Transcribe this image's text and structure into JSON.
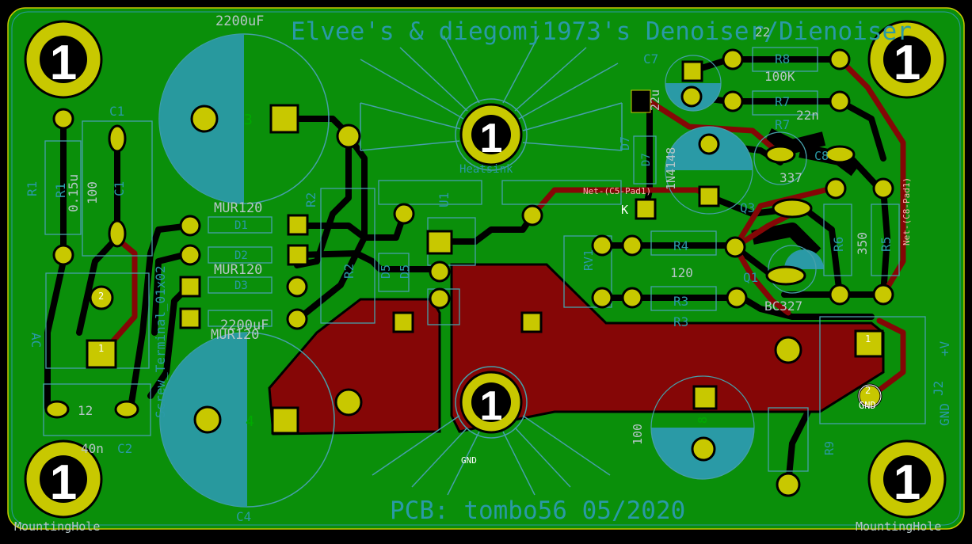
{
  "board": {
    "title": "Elvee's & diegomj1973's Denoiser/Dienoiser",
    "credit": "PCB: tombo56 05/2020",
    "colors": {
      "background": "#000000",
      "copper_fill": "#0a8f0a",
      "copper_trace": "#000000",
      "top_copper": "#850606",
      "pad": "#c8c800",
      "silkscreen": "#46a0aa",
      "fab_outline": "#2a9aa6",
      "board_edge": "#c8c800"
    }
  },
  "mounting_holes": {
    "label": "1",
    "footprint": "MountingHole"
  },
  "heatsink": {
    "label": "Heatsink",
    "pad_label": "1",
    "gnd": "GND"
  },
  "nets": {
    "c5": "Net-(C5-Pad1)",
    "c8": "Net-(C8-Pad1)",
    "gnd": "GND"
  },
  "components": {
    "c3_value": "2200uF",
    "c3_pin": "3",
    "c4_value": "2200uF",
    "c4_pin": "4",
    "c4_ref": "C4",
    "c1_ref": "C1",
    "c1_ref2": "C1",
    "c1_value": "100",
    "c2_value": "40n",
    "c2_ref": "C2",
    "c2_pin": "12",
    "r1_ref": "R1",
    "r1_ref2": "R1",
    "r1_value": "0.15u",
    "d1": "D1",
    "d2": "D2",
    "d3": "D3",
    "mur1": "MUR120",
    "mur2": "MUR120",
    "mur3": "MUR120",
    "r2_ref": "R2",
    "r2_ref2": "R2",
    "d5": "D5",
    "d5b": "D5",
    "u1": "U1",
    "r8_ref": "R8",
    "r8_value": "100K",
    "r7_ref": "R7",
    "r7_ref2": "R7",
    "r7_value": "22n",
    "c7_ref": "C7",
    "c7_value": "22u",
    "d7_ref": "D7",
    "d7_ref2": "D7",
    "d7_value": "1N4148",
    "k_label": "K",
    "q3": "Q3",
    "q3_part": "337",
    "q1": "Q1",
    "q1_part": "BC327",
    "r4": "R4",
    "r4_value": "120",
    "r3": "R3",
    "r3_value": "R3",
    "r5": "R5",
    "r6": "R6",
    "r6_value": "350",
    "rv1": "RV1",
    "c8": "C8",
    "r9": "R9",
    "screw_terminal": "Screw_Terminal_01x02",
    "ac": "AC",
    "j2_ref": "J2",
    "j2_plus": "+V",
    "j2_gnd": "GND",
    "v100": "100",
    "pin1": "1",
    "pin2": "2",
    "top_r": "22",
    "lbl_8": "8"
  }
}
